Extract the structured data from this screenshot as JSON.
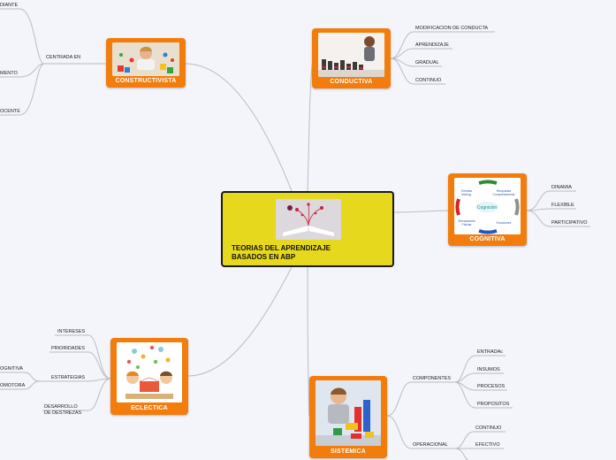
{
  "central": {
    "line1": "TEORIAS DEL APRENDIZAJE",
    "line2": "BASADOS EN ABP"
  },
  "nodes": {
    "constructivista": {
      "label": "CONSTRUCTIVISTA"
    },
    "conductiva": {
      "label": "CONDUCTIVA"
    },
    "cognitiva": {
      "label": "COGNITIVA",
      "diagram": {
        "center": "Cognición",
        "labels": [
          "Eventos\nfisiolog.",
          "Respuesta\nComportamiento",
          "Sensaciones\nFísicas",
          "Emociones"
        ]
      }
    },
    "eclectica": {
      "label": "ECLECTICA"
    },
    "sistemica": {
      "label": "SISTEMICA"
    }
  },
  "branches": {
    "constructivista": {
      "mid": "CENTRADA EN",
      "leaves": [
        "DIANTE",
        "MENTO",
        "OCENTE"
      ]
    },
    "conductiva": [
      "MODIFICACION DE CONDUCTA",
      "APRENDIZAJE",
      "GRADUAL",
      "CONTINUO"
    ],
    "cognitiva": [
      "DINAMIA",
      "FLEXIBLE",
      "PARTICIPATIVO"
    ],
    "eclectica": {
      "items": [
        "INTERESES",
        "PRIORIDADES",
        "ESTRATEGIAS",
        "DESARROLLO",
        "DE DESTREZAS"
      ],
      "estrategias_leaves": [
        "OGNITIVA",
        "OMOTORA"
      ]
    },
    "sistemica": {
      "componentes": "COMPONENTES",
      "componentes_leaves": [
        "ENTRADAc",
        "INSUMOS",
        "PROCESOS",
        "PROPOSITOS"
      ],
      "operacional": "OPERACIONAL",
      "operacional_leaves": [
        "CONTINUO",
        "EFECTIVO"
      ]
    }
  },
  "colors": {
    "node": "#f27d0c",
    "central": "#e6d81c",
    "connector": "#b9bcc4",
    "background": "#f3f5fb"
  }
}
